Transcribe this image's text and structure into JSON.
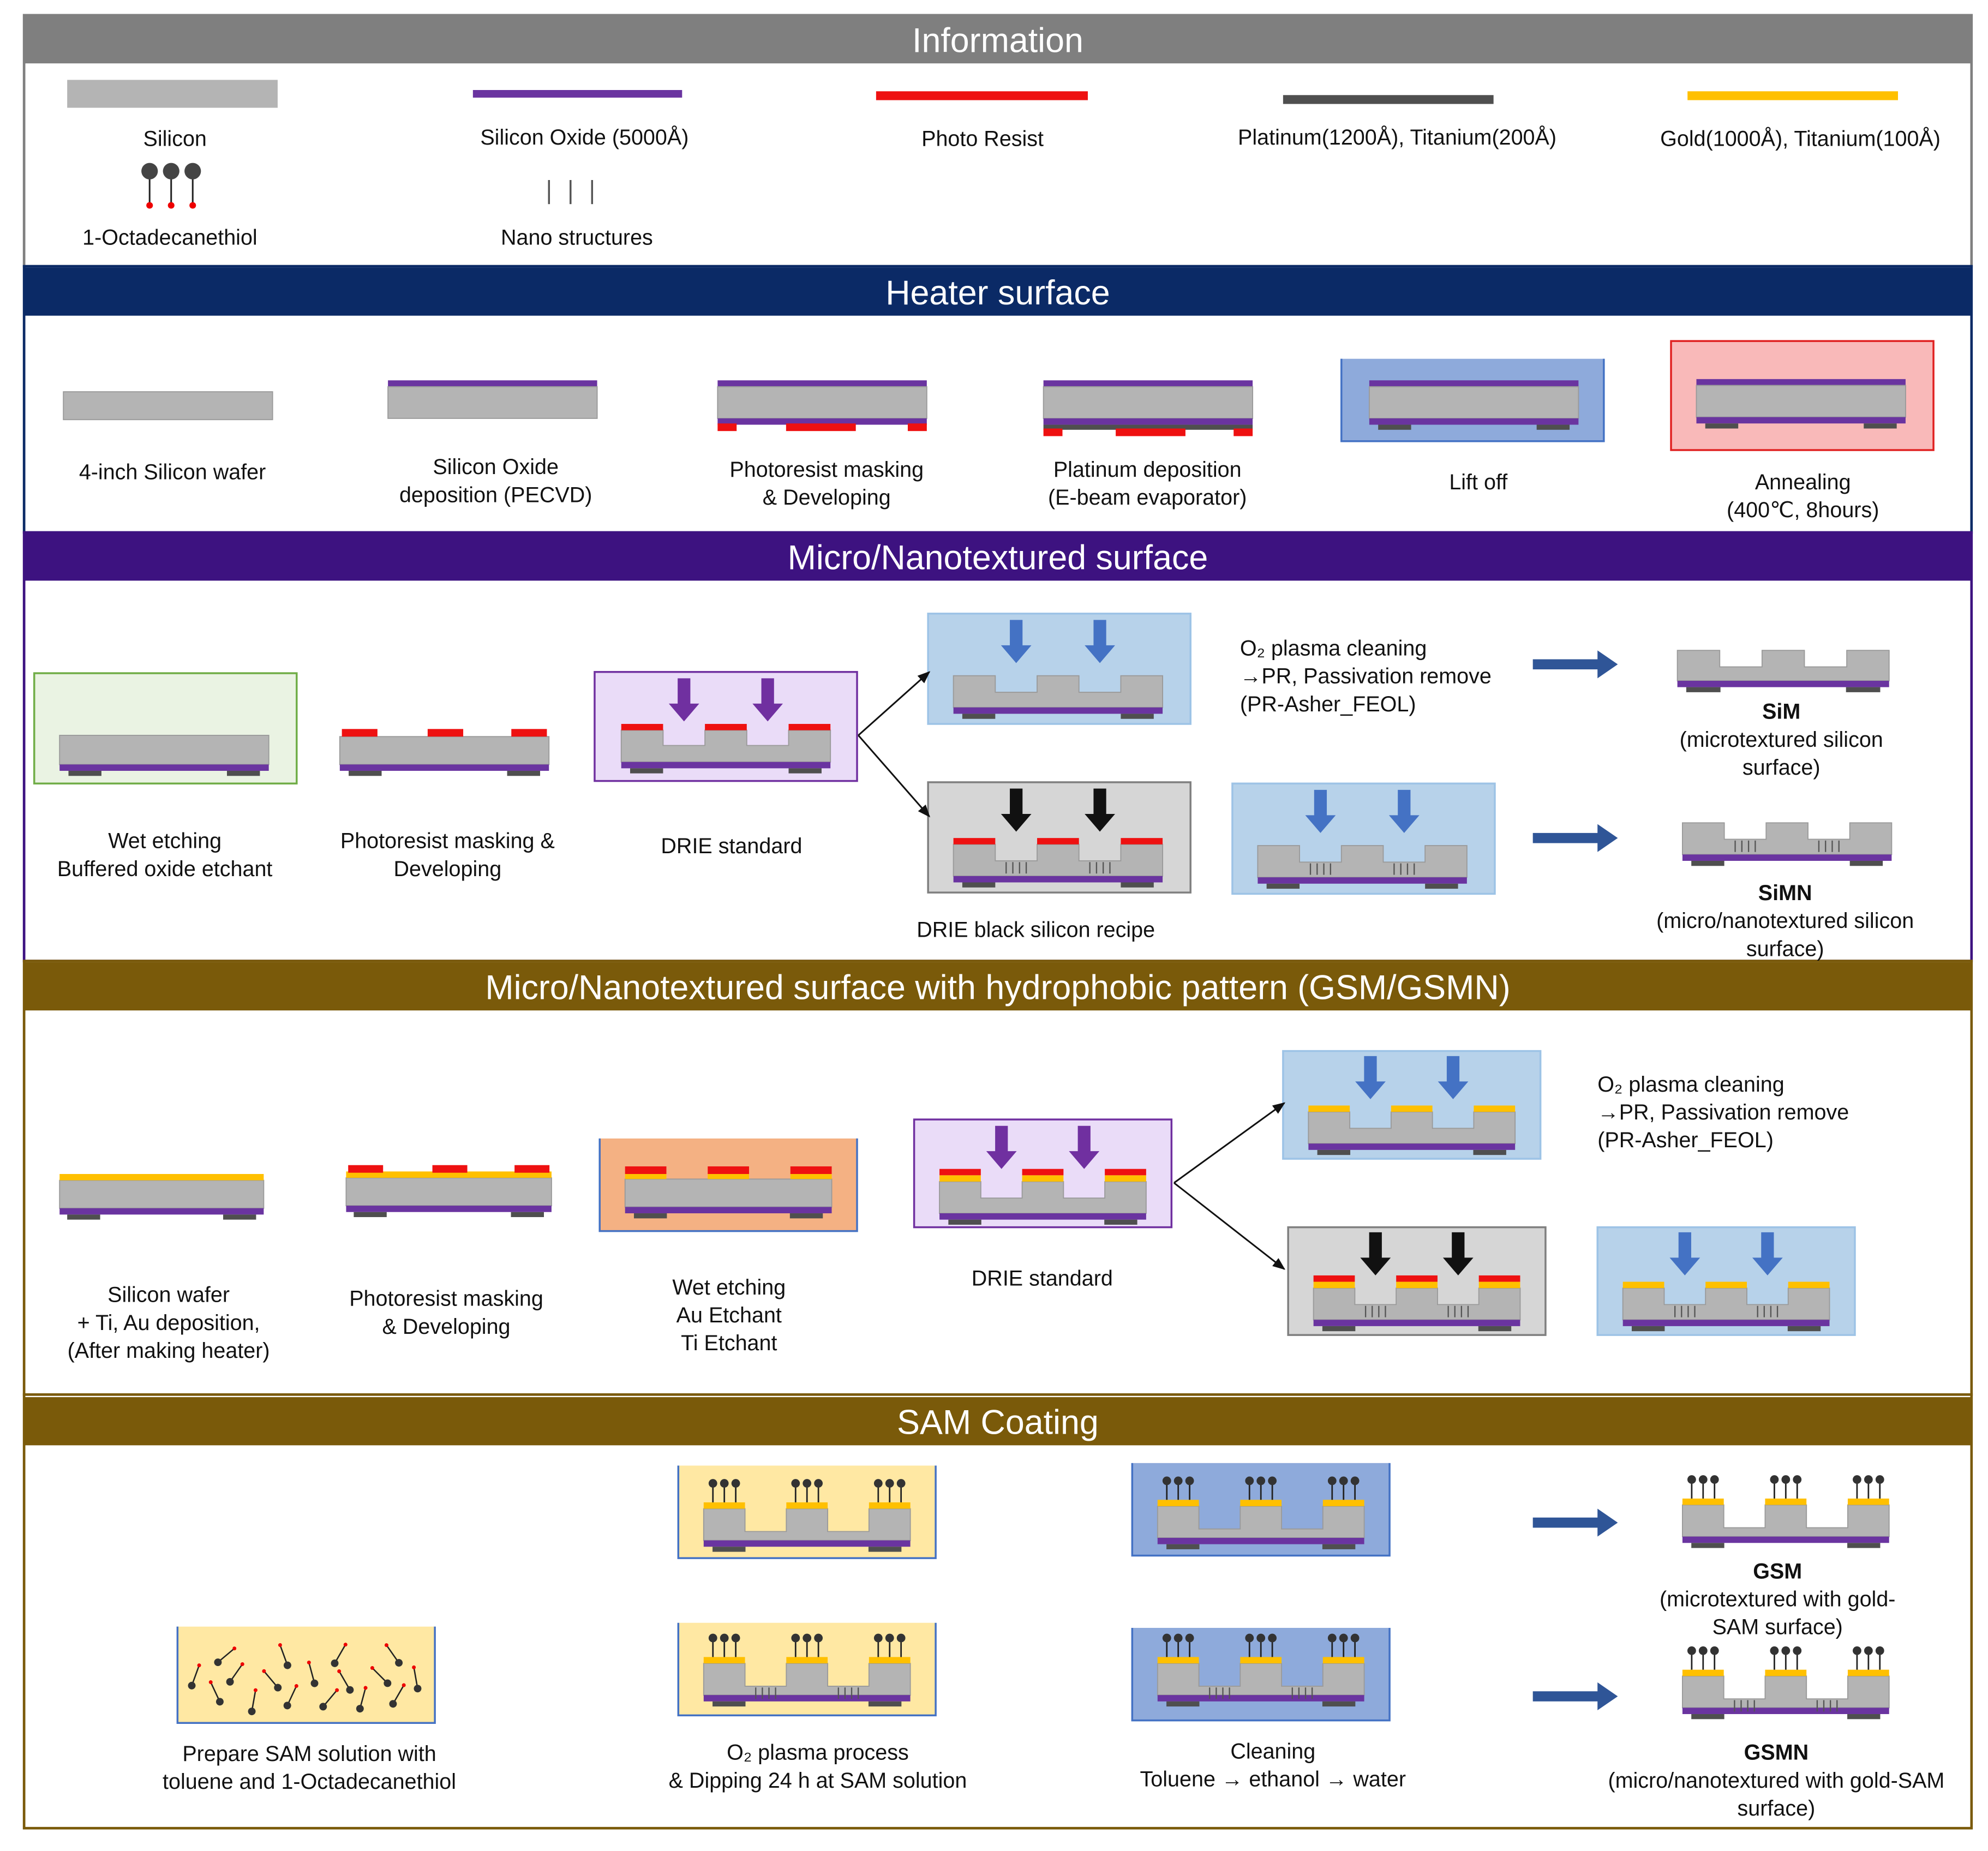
{
  "colors": {
    "silicon": "#b4b4b4",
    "silicon_oxide": "#6a34a0",
    "photo_resist": "#ee1111",
    "platinum": "#4f4f4f",
    "gold": "#ffc000",
    "info_header": "#7f7f7f",
    "heater_header": "#0b2a66",
    "micro_header": "#3d1280",
    "gsm_header": "#7a5a0a",
    "sam_header": "#7a5a0a",
    "bath_blue": "#b7d2ea",
    "bath_purple": "#eadcf8",
    "bath_gray": "#d6d6d6",
    "bath_green": "#eaf3e3",
    "bath_orange": "#f4b183",
    "bath_pink": "#f9b9b9",
    "bath_sam": "#ffe8a3",
    "bath_rinse": "#8eaadb",
    "arrow_blue": "#2f5597"
  },
  "sections": {
    "info": {
      "title": "Information",
      "legend": {
        "silicon": "Silicon",
        "oxide": "Silicon Oxide (5000Å)",
        "pr": "Photo Resist",
        "pt": "Platinum(1200Å), Titanium(200Å)",
        "au": "Gold(1000Å), Titanium(100Å)",
        "thiol": "1-Octadecanethiol",
        "nano": "Nano structures"
      }
    },
    "heater": {
      "title": "Heater surface",
      "steps": [
        [
          "4-inch Silicon wafer"
        ],
        [
          "Silicon Oxide",
          "deposition (PECVD)"
        ],
        [
          "Photoresist masking",
          "& Developing"
        ],
        [
          "Platinum deposition",
          "(E-beam evaporator)"
        ],
        [
          "Lift off"
        ],
        [
          "Annealing",
          "(400℃, 8hours)"
        ]
      ]
    },
    "micro": {
      "title": "Micro/Nanotextured surface",
      "steps": [
        [
          "Wet etching",
          "Buffered oxide etchant"
        ],
        [
          "Photoresist masking &",
          "Developing"
        ],
        [
          "DRIE standard"
        ],
        [
          "DRIE black silicon recipe"
        ]
      ],
      "o2_note": [
        "O₂ plasma cleaning",
        "→PR, Passivation remove",
        "(PR-Asher_FEOL)"
      ],
      "sim_name": "SiM",
      "sim_desc": [
        "(microtextured silicon",
        "surface)"
      ],
      "simn_name": "SiMN",
      "simn_desc": [
        "(micro/nanotextured silicon",
        "surface)"
      ]
    },
    "gsm": {
      "title": "Micro/Nanotextured surface with hydrophobic pattern (GSM/GSMN)",
      "steps": [
        [
          "Silicon wafer",
          "+ Ti, Au deposition,",
          "(After making heater)"
        ],
        [
          "Photoresist masking",
          "& Developing"
        ],
        [
          "Wet etching",
          "Au Etchant",
          "Ti Etchant"
        ],
        [
          "DRIE standard"
        ]
      ],
      "o2_note": [
        "O₂ plasma cleaning",
        "→PR, Passivation remove",
        "(PR-Asher_FEOL)"
      ]
    },
    "sam": {
      "title": "SAM Coating",
      "steps": [
        [
          "Prepare SAM solution with",
          "toluene and 1-Octadecanethiol"
        ],
        [
          "O₂ plasma process",
          "& Dipping 24 h at SAM solution"
        ],
        [
          "Cleaning",
          "Toluene → ethanol → water"
        ]
      ],
      "gsm_name": "GSM",
      "gsm_desc": [
        "(microtextured with gold-",
        "SAM surface)"
      ],
      "gsmn_name": "GSMN",
      "gsmn_desc": [
        "(micro/nanotextured with gold-SAM",
        "surface)"
      ]
    }
  }
}
